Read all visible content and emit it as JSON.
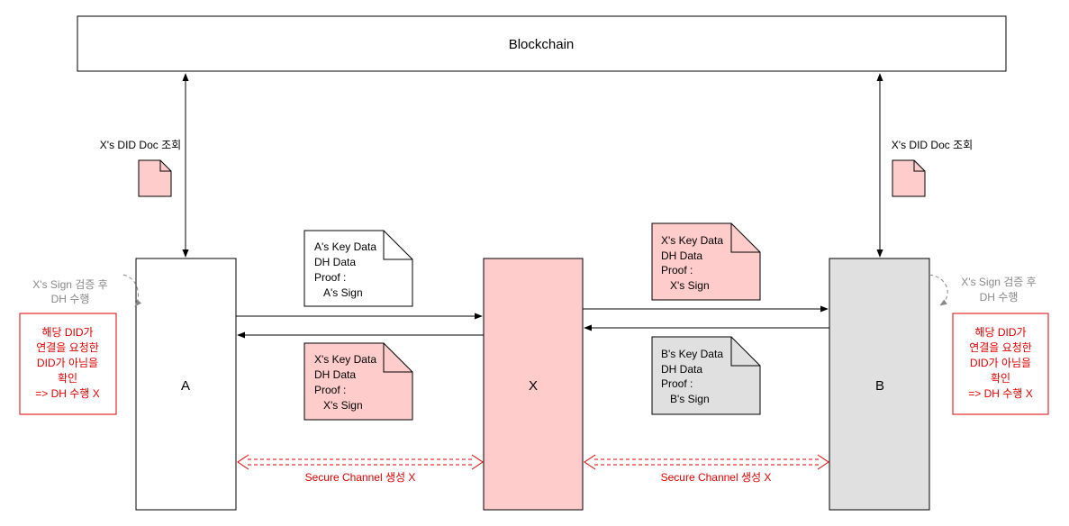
{
  "blockchain": {
    "label": "Blockchain"
  },
  "nodes": {
    "a": "A",
    "x": "X",
    "b": "B"
  },
  "left": {
    "lookup_label": "X's DID Doc 조회",
    "verify_line1": "X's Sign 검증 후",
    "verify_line2": "DH 수행",
    "warning_lines": [
      "해당 DID가",
      "연결을 요청한",
      "DID가 아님을",
      "확인",
      "=> DH 수행 X"
    ]
  },
  "right": {
    "lookup_label": "X's DID Doc 조회",
    "verify_line1": "X's Sign 검증 후",
    "verify_line2": "DH 수행",
    "warning_lines": [
      "해당 DID가",
      "연결을 요청한",
      "DID가 아님을",
      "확인",
      "=> DH 수행 X"
    ]
  },
  "notes": {
    "a_to_x": [
      "A's Key Data",
      "DH Data",
      "Proof :",
      "A's Sign"
    ],
    "x_to_a": [
      "X's Key Data",
      "DH Data",
      "Proof :",
      "X's Sign"
    ],
    "x_to_b": [
      "X's Key Data",
      "DH Data",
      "Proof :",
      "X's Sign"
    ],
    "b_to_x": [
      "B's Key Data",
      "DH Data",
      "Proof :",
      "B's Sign"
    ]
  },
  "channels": {
    "left": "Secure Channel 생성 X",
    "right": "Secure Channel 생성 X"
  },
  "colors": {
    "pink": "#ffcccc",
    "gray_box": "#e0e0e0",
    "red": "#e00000",
    "muted": "#888888"
  }
}
